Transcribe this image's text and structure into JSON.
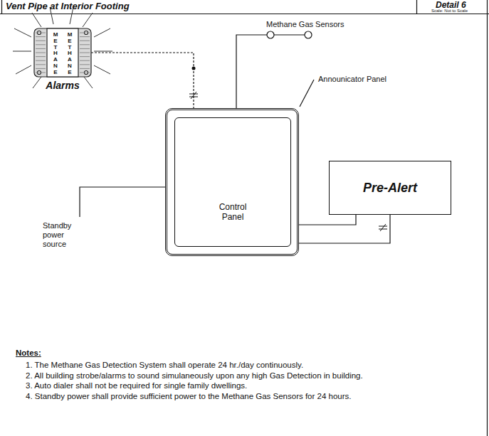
{
  "diagram": {
    "nodes": [
      {
        "text": [
          "METHANE",
          "METHANE",
          "Alarms"
        ]
      },
      {
        "text": [
          "Methane Gas Sensors"
        ]
      },
      {
        "text": [
          "Announicator Panel"
        ]
      },
      {
        "text": [
          "Control Panel"
        ],
        "in": 2
      },
      {
        "text": [
          "Pre-Alert"
        ]
      }
    ],
    "edges": [
      {
        "from": 0,
        "to": 2,
        "arrow": "none"
      },
      {
        "from": 1,
        "to": 2,
        "arrow": "none"
      },
      {
        "from": 4,
        "to": 3,
        "arrow": "none"
      }
    ],
    "labels": [
      "Vent Pipe at Interior Footing",
      "Detail 6",
      "Scale: Not to Scale",
      "Standby power source",
      "Notes:",
      "1. The Methane Gas Detection System shall operate 24 hr./day continuously.",
      "2. All building strobe/alarms to sound simulaneously upon any high Gas Detection in building.",
      "3. Auto dialer shall not be required for single family dwellings.",
      "4. Standby power shall provide sufficient power to the Methane Gas Sensors for 24 hours."
    ]
  }
}
